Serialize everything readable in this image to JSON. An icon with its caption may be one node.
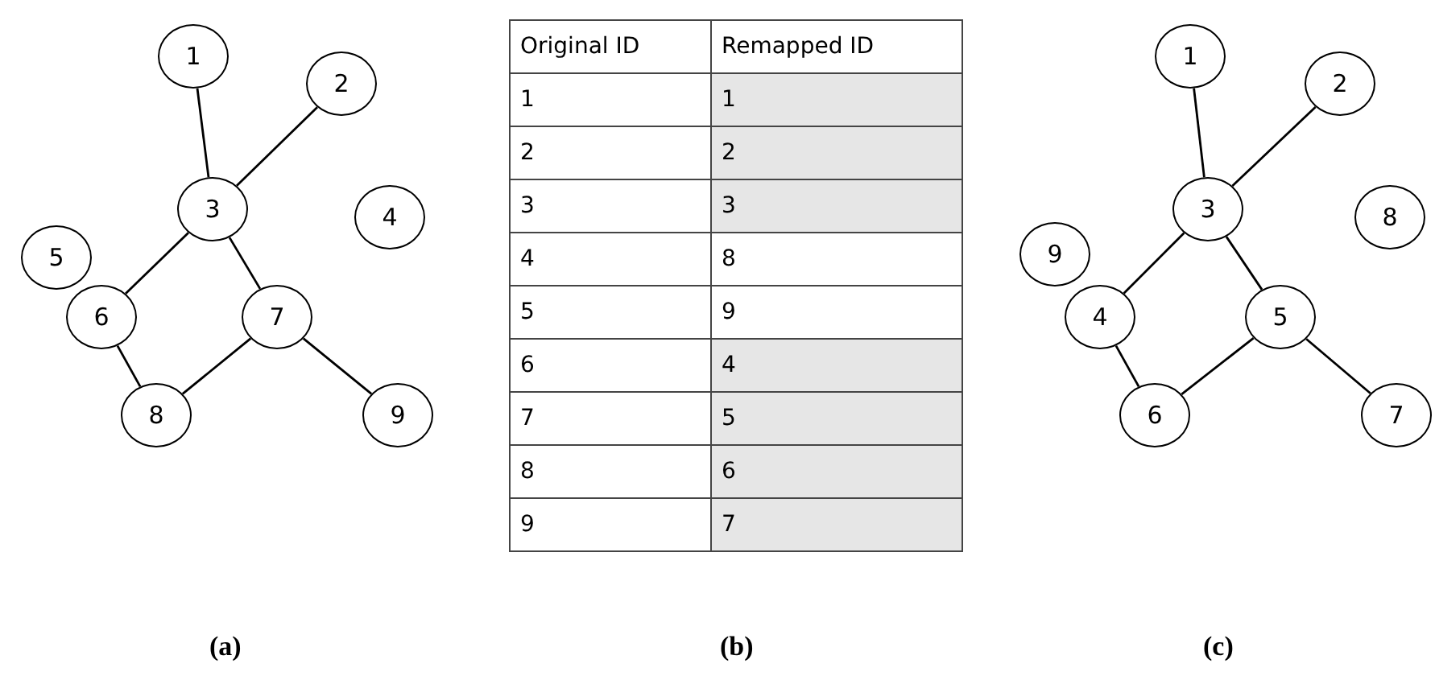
{
  "diagram": {
    "nodes": [
      {
        "text": [
          "1"
        ]
      },
      {
        "text": [
          "2"
        ]
      },
      {
        "text": [
          "3"
        ]
      },
      {
        "text": [
          "4"
        ]
      },
      {
        "text": [
          "5"
        ]
      },
      {
        "text": [
          "6"
        ]
      },
      {
        "text": [
          "7"
        ]
      },
      {
        "text": [
          "8"
        ]
      },
      {
        "text": [
          "9"
        ]
      },
      {
        "text": [
          "1"
        ]
      },
      {
        "text": [
          "2"
        ]
      },
      {
        "text": [
          "3"
        ]
      },
      {
        "text": [
          "8"
        ]
      },
      {
        "text": [
          "9"
        ]
      },
      {
        "text": [
          "4"
        ]
      },
      {
        "text": [
          "5"
        ]
      },
      {
        "text": [
          "6"
        ]
      },
      {
        "text": [
          "7"
        ]
      }
    ],
    "edges": [
      {
        "from": 0,
        "to": 2,
        "arrow": "none"
      },
      {
        "from": 1,
        "to": 2,
        "arrow": "none"
      },
      {
        "from": 2,
        "to": 5,
        "arrow": "none"
      },
      {
        "from": 2,
        "to": 6,
        "arrow": "none"
      },
      {
        "from": 5,
        "to": 7,
        "arrow": "none"
      },
      {
        "from": 6,
        "to": 7,
        "arrow": "none"
      },
      {
        "from": 6,
        "to": 8,
        "arrow": "none"
      },
      {
        "from": 9,
        "to": 11,
        "arrow": "none"
      },
      {
        "from": 10,
        "to": 11,
        "arrow": "none"
      },
      {
        "from": 11,
        "to": 14,
        "arrow": "none"
      },
      {
        "from": 11,
        "to": 15,
        "arrow": "none"
      },
      {
        "from": 14,
        "to": 16,
        "arrow": "none"
      },
      {
        "from": 15,
        "to": 16,
        "arrow": "none"
      },
      {
        "from": 15,
        "to": 17,
        "arrow": "none"
      }
    ],
    "labels": [
      "Original ID",
      "Remapped ID",
      "1",
      "1",
      "2",
      "2",
      "3",
      "3",
      "4",
      "8",
      "5",
      "9",
      "6",
      "4",
      "7",
      "5",
      "8",
      "6",
      "9",
      "7",
      "(a)",
      "(b)",
      "(c)"
    ]
  }
}
